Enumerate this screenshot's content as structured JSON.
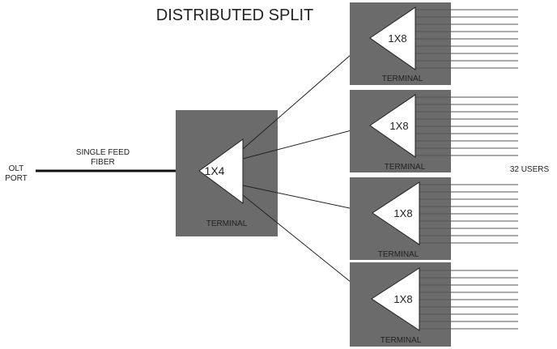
{
  "title": "DISTRIBUTED SPLIT",
  "olt_port": {
    "line1": "OLT",
    "line2": "PORT"
  },
  "feed_fiber": {
    "line1": "SINGLE FEED",
    "line2": "FIBER"
  },
  "main_splitter": {
    "ratio": "1X4",
    "terminal_label": "TERMINAL"
  },
  "secondary_splitters": [
    {
      "ratio": "1X8",
      "terminal_label": "TERMINAL"
    },
    {
      "ratio": "1X8",
      "terminal_label": "TERMINAL"
    },
    {
      "ratio": "1X8",
      "terminal_label": "TERMINAL"
    },
    {
      "ratio": "1X8",
      "terminal_label": "TERMINAL"
    }
  ],
  "users_label": "32 USERS",
  "outputs_per_splitter": 8,
  "colors": {
    "terminal_fill": "#6b6b6b",
    "line": "#222222",
    "splitter": "#ffffff",
    "output_line": "#555555"
  }
}
